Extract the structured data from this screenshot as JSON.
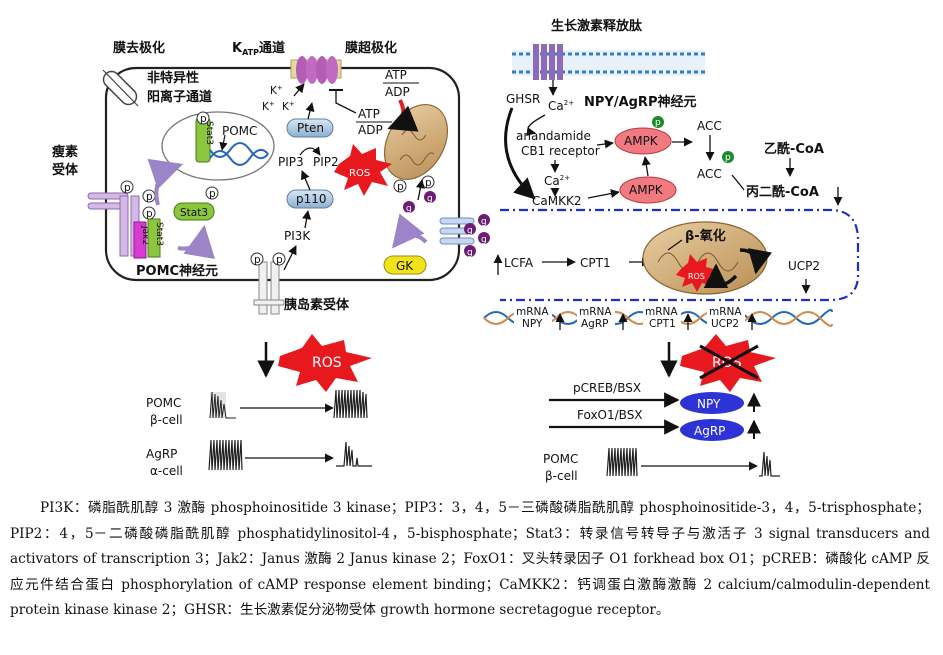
{
  "left_panel": {
    "depolarization": "膜去极化",
    "katp_channel_main": "K",
    "katp_channel_sub": "ATP",
    "katp_channel_suffix": "通道",
    "hyperpolarization": "膜超极化",
    "nonspecific_channel_line1": "非特异性",
    "nonspecific_channel_line2": "阳离子通道",
    "leptin_receptor_line1": "瘦素",
    "leptin_receptor_line2": "受体",
    "k_ion": "K",
    "pomc_gene": "POMC",
    "stat3": "Stat3",
    "jak2": "Jak2",
    "pten": "Pten",
    "pip3": "PIP3",
    "pip2": "PIP2",
    "p110": "p110",
    "pi3k": "PI3K",
    "ros": "ROS",
    "atp_top": "ATP",
    "adp_top": "ADP",
    "atp_mid": "ATP",
    "adp_mid": "ADP",
    "p": "p",
    "g": "g",
    "gk": "GK",
    "pomc_neuron": "POMC神经元",
    "insulin_receptor": "胰岛素受体"
  },
  "right_panel": {
    "ghrelin": "生长激素释放肽",
    "ghsr": "GHSR",
    "ca": "Ca",
    "ca_sup": "2+",
    "npy_agrp_neuron": "NPY/AgRP神经元",
    "anandamide": "anandamide",
    "cb1_receptor": "CB1 receptor",
    "camkk2": "CaMKK2",
    "ampk": "AMPK",
    "acc": "ACC",
    "acetyl_coa": "乙酰-CoA",
    "malonyl_coa": "丙二酰-CoA",
    "beta_oxidation": "β-氧化",
    "lcfa": "LCFA",
    "cpt1": "CPT1",
    "ucp2": "UCP2",
    "ros": "ROS",
    "mrna_label": "mRNA",
    "mrna_targets": [
      "NPY",
      "AgRP",
      "CPT1",
      "UCP2"
    ],
    "pcreb_bsx": "pCREB/BSX",
    "foxo1_bsx": "FoxO1/BSX",
    "npy": "NPY",
    "agrp": "AgRP"
  },
  "bottom_left": {
    "ros": "ROS",
    "pomc_label_line1": "POMC",
    "pomc_label_line2": "β-cell",
    "agrp_label_line1": "AgRP",
    "agrp_label_line2": "α-cell"
  },
  "bottom_right": {
    "pomc_label_line1": "POMC",
    "pomc_label_line2": "β-cell"
  },
  "caption": "PI3K：磷脂酰肌醇 3 激酶 phosphoinositide 3 kinase；PIP3：3，4，5－三磷酸磷脂酰肌醇 phosphoinositide-3，4，5-trisphosphate；PIP2：4，5－二磷酸磷脂酰肌醇 phosphatidylinositol-4，5-bisphosphate；Stat3：转录信号转导子与激活子 3 signal transducers and activators of transcription 3；Jak2：Janus 激酶 2 Janus kinase 2；FoxO1：叉头转录因子 O1 forkhead box O1；pCREB：磷酸化 cAMP 反应元件结合蛋白 phosphorylation of cAMP response element binding；CaMKK2：钙调蛋白激酶激酶 2 calcium/calmodulin-dependent protein kinase kinase 2；GHSR：生长激素促分泌物受体 growth hormone secretagogue receptor。",
  "colors": {
    "stat3_green": "#8cc63f",
    "jak2_magenta": "#d63ccf",
    "ros_red": "#e8191e",
    "ampk_pink": "#f07a80",
    "blue_oval": "#2e33d6",
    "pten_blue": "#a9c6df",
    "membrane_purple": "#b58ed6",
    "mitochondria_tan": "#d8b27c",
    "gk_yellow": "#f1e31a",
    "g_purple": "#6b1e74",
    "dash_blue": "#1c2fcc"
  }
}
